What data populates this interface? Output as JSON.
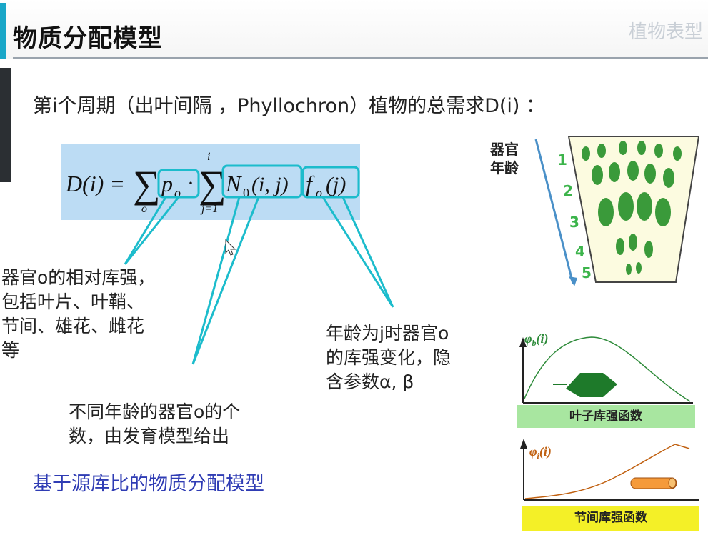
{
  "header": {
    "title": "物质分配模型",
    "watermark": "植物表型"
  },
  "intro_text": "第i个周期（出叶间隔 ，Phyllochron）植物的总需求D(i) ：",
  "formula": {
    "lhs": "D(i) =",
    "sum_outer_sub": "o",
    "term_p": "p",
    "term_p_sub": "o",
    "dot": "·",
    "sum_inner_sub": "j=1",
    "sum_inner_sup": "i",
    "term_N": "N",
    "term_N_sub": "0",
    "term_N_args": "(i, j)",
    "term_f": "f",
    "term_f_sub": "o",
    "term_f_args": "(j)"
  },
  "annotations": {
    "relative_strength": [
      "器官o的相对库强，",
      "包括叶片、叶鞘、",
      "节间、雄花、雌花",
      "等"
    ],
    "organ_count": [
      "不同年龄的器官o的个",
      "数，由发育模型给出"
    ],
    "strength_change": [
      "年龄为j时器官o",
      "的库强变化，隐",
      "含参数α, β"
    ]
  },
  "caption": "基于源库比的物质分配模型",
  "organ_diagram": {
    "label_lines": [
      "器官",
      "年龄"
    ],
    "ages": [
      "1",
      "2",
      "3",
      "4",
      "5"
    ]
  },
  "leaf_chart": {
    "symbol": "φ",
    "subscript": "b",
    "arg": "(i)",
    "label": "叶子库强函数",
    "color": "#2e8b3a"
  },
  "internode_chart": {
    "symbol": "φ",
    "subscript": "i",
    "arg": "(i)",
    "label": "节间库强函数",
    "color": "#c06010"
  }
}
